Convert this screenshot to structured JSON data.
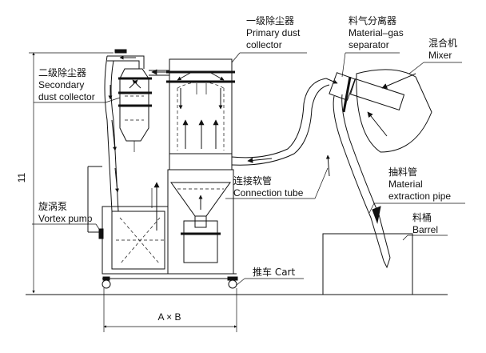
{
  "labels": {
    "primary": {
      "cn": "一级除尘器",
      "en1": "Primary dust",
      "en2": "collector"
    },
    "separator": {
      "cn": "料气分离器",
      "en1": "Material–gas",
      "en2": "separator"
    },
    "mixer": {
      "cn": "混合机",
      "en1": "Mixer"
    },
    "secondary": {
      "cn": "二级除尘器",
      "en1": "Secondary",
      "en2": "dust collector"
    },
    "connection": {
      "cn": "连接软管",
      "en1": "Connection tube"
    },
    "extraction": {
      "cn": "抽料管",
      "en1": "Material",
      "en2": "extraction pipe"
    },
    "vortex": {
      "cn": "旋涡泵",
      "en1": "Vortex pump"
    },
    "barrel": {
      "cn": "料桶",
      "en1": "Barrel"
    },
    "cart": {
      "text": "推车 Cart"
    }
  },
  "dimensions": {
    "height": "11",
    "width": "A × B"
  }
}
